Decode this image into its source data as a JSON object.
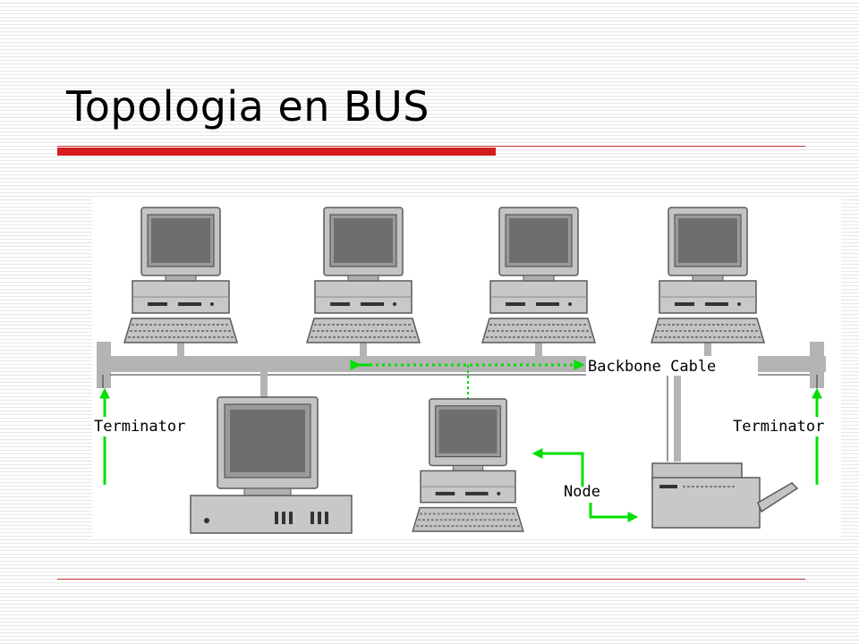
{
  "slide": {
    "title": "Topologia en BUS"
  },
  "diagram": {
    "labels": {
      "backbone": "Backbone Cable",
      "terminator_left": "Terminator",
      "terminator_right": "Terminator",
      "node": "Node"
    },
    "colors": {
      "title_rule": "#d41d1d",
      "arrow": "#00e000",
      "cable": "#b4b4b4",
      "device": "#c0c0c0",
      "screen": "#6e6e6e"
    },
    "icons": [
      "workstation-icon",
      "workstation-icon",
      "workstation-icon",
      "workstation-icon",
      "server-icon",
      "workstation-icon",
      "printer-icon"
    ]
  }
}
